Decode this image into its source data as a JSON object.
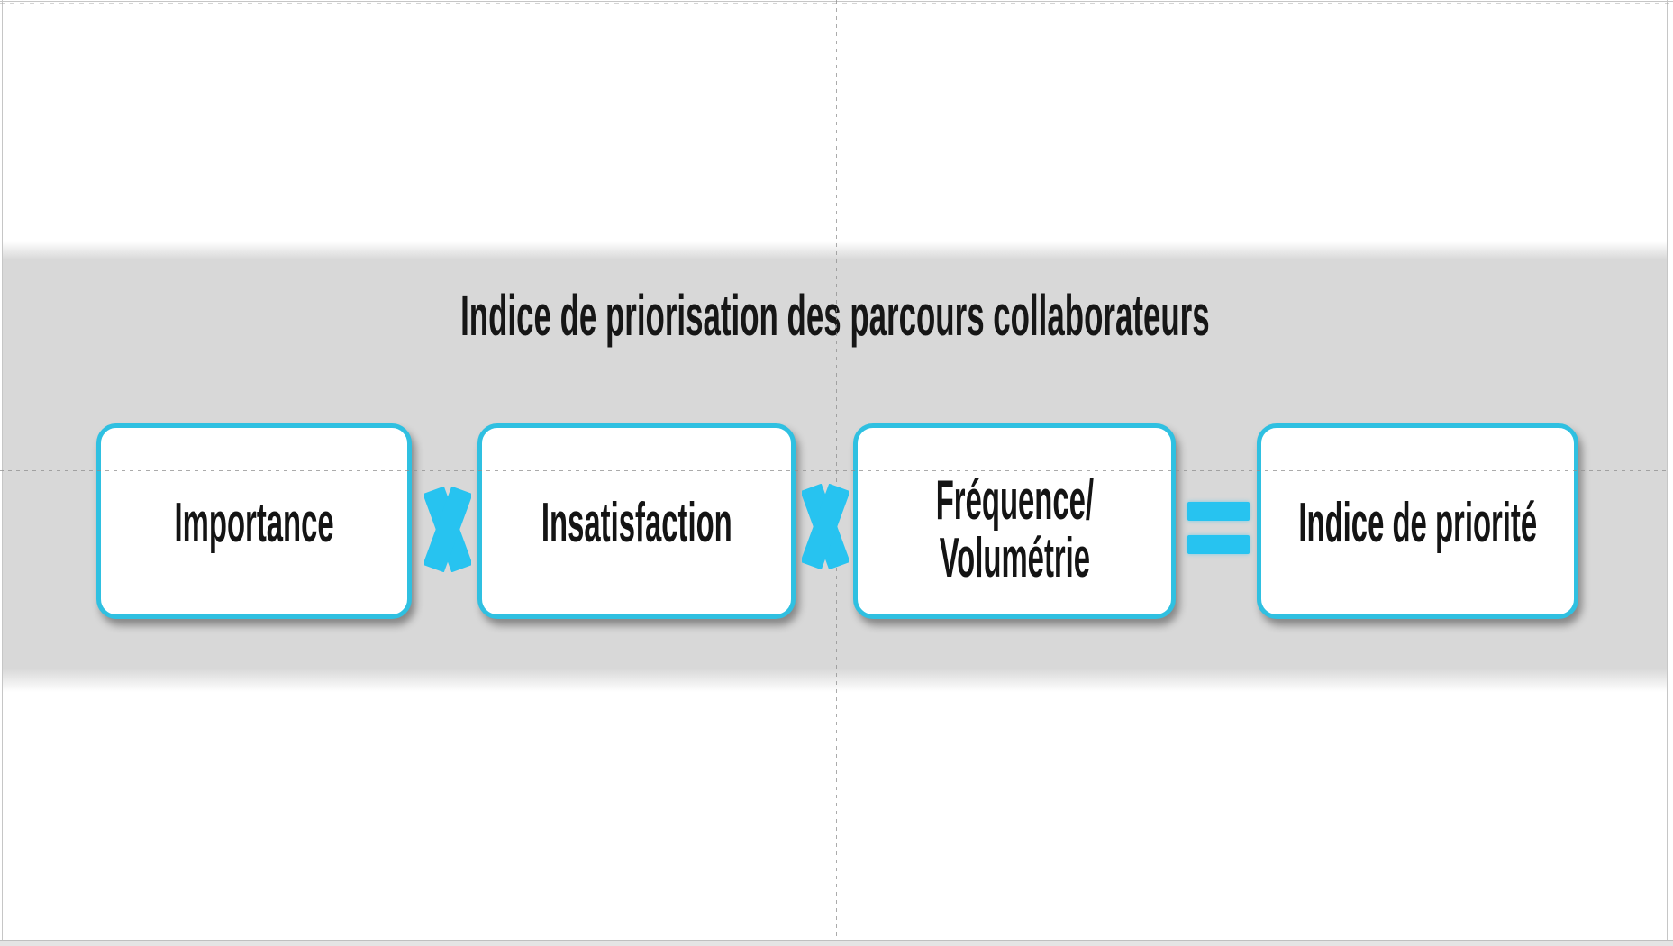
{
  "slide": {
    "title": "Indice de priorisation des parcours collaborateurs"
  },
  "formula": {
    "boxes": [
      {
        "name": "importance",
        "lines": [
          "Importance"
        ]
      },
      {
        "name": "insatisfaction",
        "lines": [
          "Insatisfaction"
        ]
      },
      {
        "name": "frequence-volumetrie",
        "lines": [
          "Fréquence/",
          "Volumétrie"
        ]
      },
      {
        "name": "indice-de-priorite",
        "lines": [
          "Indice de priorité"
        ]
      }
    ],
    "operators": [
      {
        "symbol": "X"
      },
      {
        "symbol": "X"
      },
      {
        "symbol": "="
      }
    ]
  },
  "colors": {
    "box_border_cyan": "#2fc0e1",
    "operator_cyan": "#27c3f0",
    "band_gray": "#d8d8d8",
    "title_text": "#161616",
    "guide_gray": "#8f8f8f"
  }
}
